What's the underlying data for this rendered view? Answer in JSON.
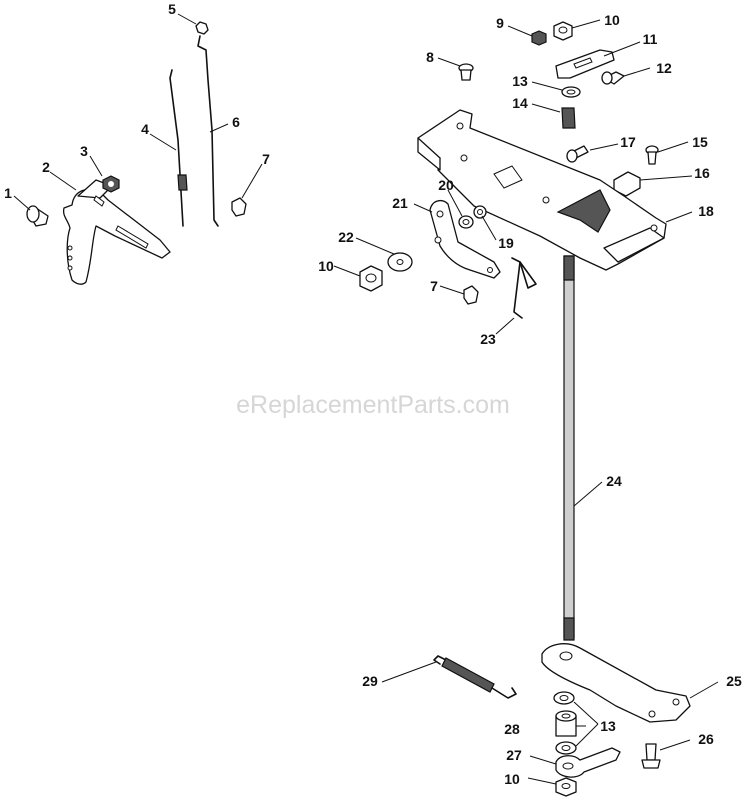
{
  "watermark": "eReplacementParts.com",
  "callouts": {
    "c1": "1",
    "c2": "2",
    "c3": "3",
    "c4": "4",
    "c5": "5",
    "c6": "6",
    "c7a": "7",
    "c7b": "7",
    "c8": "8",
    "c9": "9",
    "c10a": "10",
    "c10b": "10",
    "c10c": "10",
    "c11": "11",
    "c12": "12",
    "c13a": "13",
    "c13b": "13",
    "c14": "14",
    "c15": "15",
    "c16": "16",
    "c17": "17",
    "c18": "18",
    "c19": "19",
    "c20": "20",
    "c21": "21",
    "c22": "22",
    "c23": "23",
    "c24": "24",
    "c25": "25",
    "c26": "26",
    "c27": "27",
    "c28": "28",
    "c29": "29"
  }
}
